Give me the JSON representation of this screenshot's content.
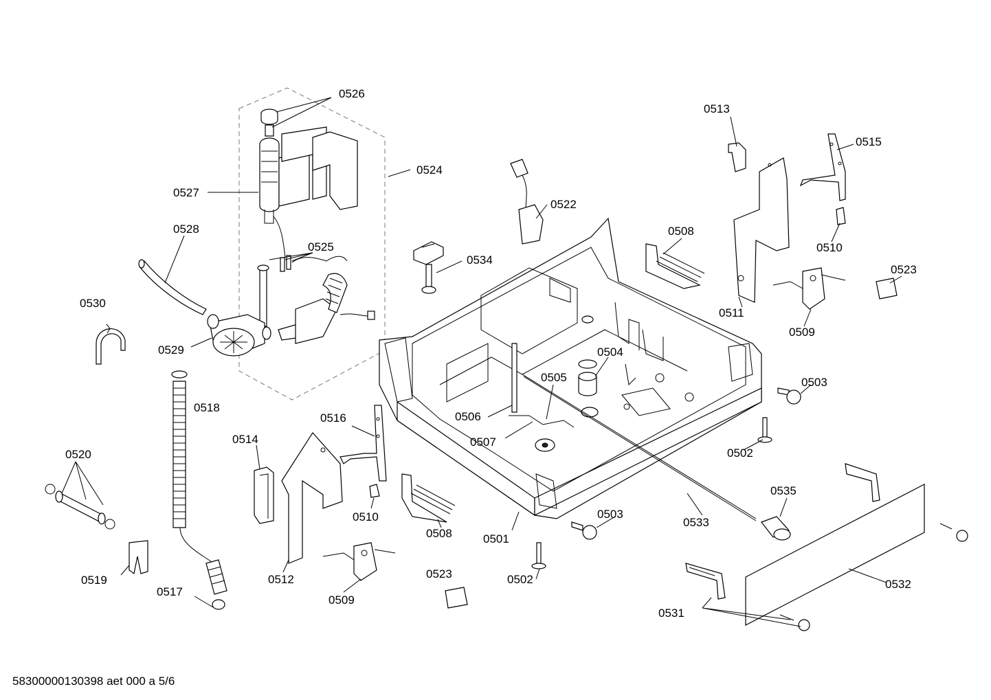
{
  "labels": {
    "l0526": "0526",
    "l0524": "0524",
    "l0527": "0527",
    "l0528": "0528",
    "l0525": "0525",
    "l0530": "0530",
    "l0529": "0529",
    "l0518": "0518",
    "l0520": "0520",
    "l0514": "0514",
    "l0516": "0516",
    "l0510a": "0510",
    "l0512": "0512",
    "l0509a": "0509",
    "l0519": "0519",
    "l0517": "0517",
    "l0522": "0522",
    "l0534": "0534",
    "l0508a": "0508",
    "l0508b": "0508",
    "l0513": "0513",
    "l0515": "0515",
    "l0510b": "0510",
    "l0511": "0511",
    "l0509b": "0509",
    "l0523a": "0523",
    "l0523b": "0523",
    "l0504": "0504",
    "l0505": "0505",
    "l0506": "0506",
    "l0507": "0507",
    "l0503a": "0503",
    "l0503b": "0503",
    "l0502a": "0502",
    "l0502b": "0502",
    "l0501": "0501",
    "l0535": "0535",
    "l0533": "0533",
    "l0532": "0532",
    "l0531": "0531"
  },
  "footer": {
    "code": "58300000130398 aet 000 a 5/6"
  }
}
